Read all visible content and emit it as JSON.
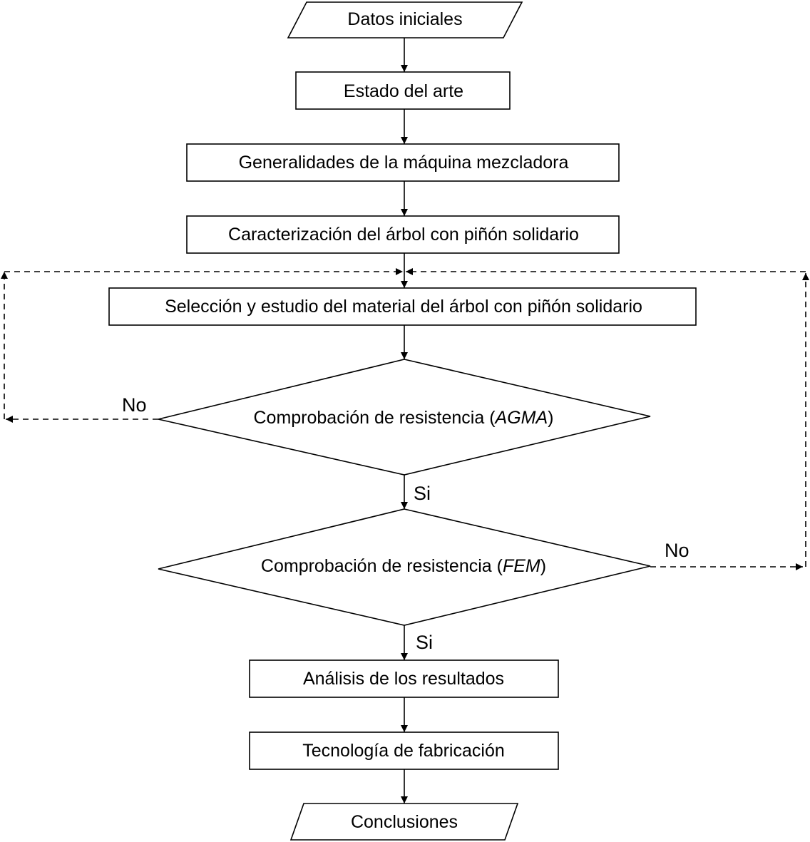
{
  "flowchart": {
    "start": "Datos iniciales",
    "steps": [
      "Estado del arte",
      "Generalidades de la máquina mezcladora",
      "Caracterización del árbol con piñón solidario",
      "Selección y estudio del material del árbol con piñón solidario"
    ],
    "decision_agma": {
      "prefix": "Comprobación de resistencia (",
      "emph": "AGMA",
      "suffix": ")"
    },
    "decision_fem": {
      "prefix": "Comprobación de resistencia (",
      "emph": "FEM",
      "suffix": ")"
    },
    "after_steps": [
      "Análisis de los resultados",
      "Tecnología de fabricación"
    ],
    "end": "Conclusiones",
    "yes_label": "Si",
    "no_label": "No"
  }
}
